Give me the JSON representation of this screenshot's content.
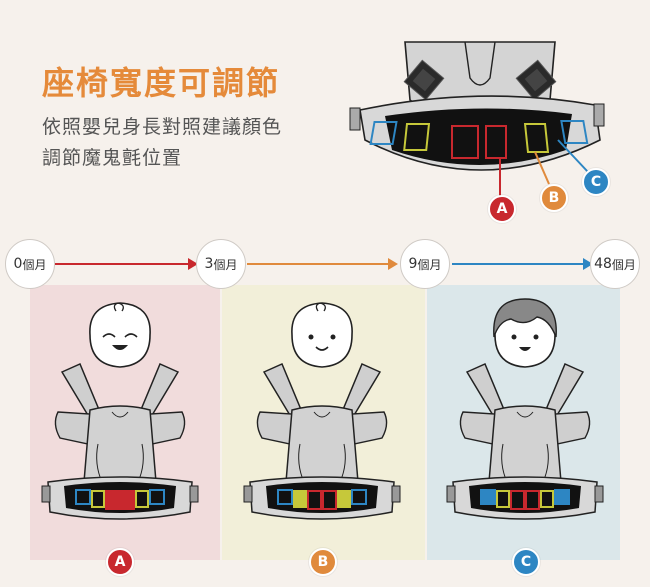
{
  "header": {
    "title": "座椅寬度可調節",
    "desc_line1": "依照嬰兒身長對照建議顏色",
    "desc_line2": "調節魔鬼氈位置"
  },
  "timeline": [
    {
      "num": "0",
      "unit": "個月"
    },
    {
      "num": "3",
      "unit": "個月"
    },
    {
      "num": "9",
      "unit": "個月"
    },
    {
      "num": "48",
      "unit": "個月"
    }
  ],
  "badges": {
    "a": "A",
    "b": "B",
    "c": "C"
  },
  "colors": {
    "accent": "#e58a3a",
    "a": "#c8282e",
    "b": "#e08a3c",
    "c": "#2d86c3"
  },
  "icons": [
    "baby-face-icon",
    "toddler-face-icon",
    "child-face-icon",
    "carrier-icon"
  ]
}
